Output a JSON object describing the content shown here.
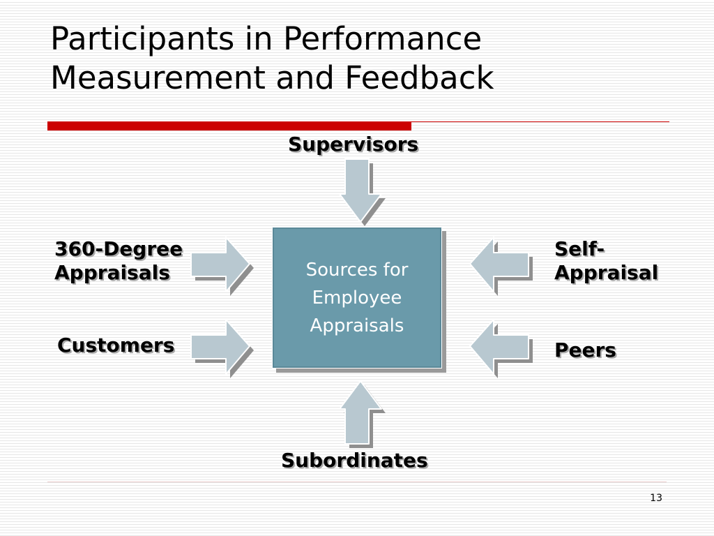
{
  "slide": {
    "title_lines": [
      "Participants in Performance",
      "Measurement and Feedback"
    ],
    "page_number": "13"
  },
  "diagram": {
    "center": {
      "lines": [
        "Sources for",
        "Employee",
        "Appraisals"
      ],
      "fill_color": "#6a9aaa"
    },
    "sources": {
      "supervisors": "Supervisors",
      "degree360_lines": [
        "360-Degree",
        "Appraisals"
      ],
      "customers": "Customers",
      "self_lines": [
        "Self-",
        "Appraisal"
      ],
      "peers": "Peers",
      "subordinates": "Subordinates"
    },
    "arrow_color": "#b8c8d0",
    "accent_color": "#cc0000"
  }
}
